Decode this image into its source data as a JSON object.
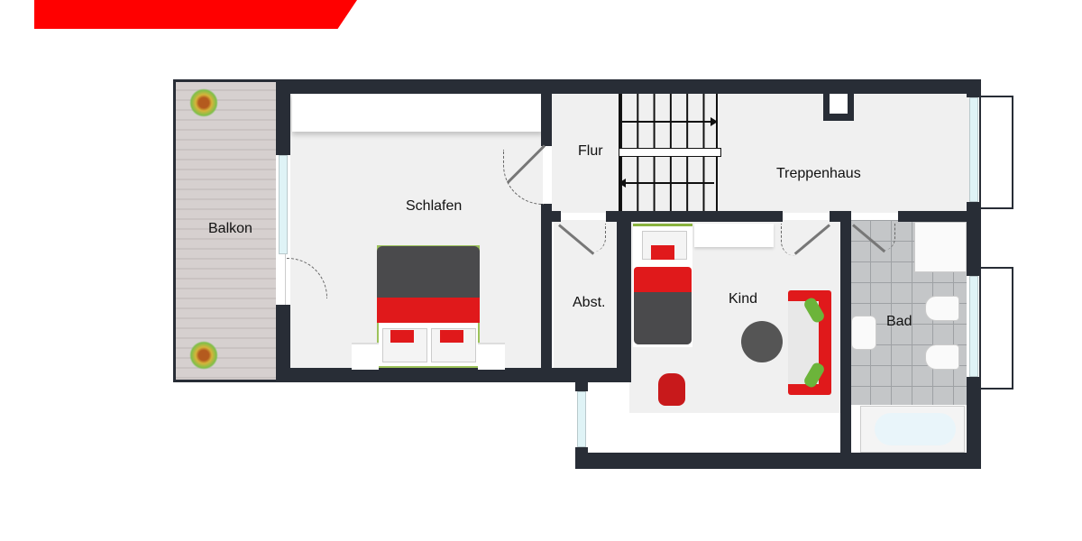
{
  "banner": {
    "color": "#ff0000",
    "text": ""
  },
  "floorplan": {
    "rooms": [
      {
        "id": "balkon",
        "label": "Balkon"
      },
      {
        "id": "schlafen",
        "label": "Schlafen"
      },
      {
        "id": "flur",
        "label": "Flur"
      },
      {
        "id": "treppenhaus",
        "label": "Treppenhaus"
      },
      {
        "id": "abst",
        "label": "Abst."
      },
      {
        "id": "kind",
        "label": "Kind"
      },
      {
        "id": "bad",
        "label": "Bad"
      }
    ],
    "colors": {
      "wall": "#282d36",
      "floor": "#f0f0f0",
      "deck": "#d6d0cf",
      "tile": "#c4c6c8",
      "bedding_red": "#e0191b",
      "bedding_dark": "#4a4a4c",
      "cushion_green": "#6cb43a",
      "window_glass": "#dff3f6"
    },
    "furniture": [
      {
        "name": "double-bed",
        "room": "schlafen"
      },
      {
        "name": "single-bed",
        "room": "kind"
      },
      {
        "name": "sofa",
        "room": "kind"
      },
      {
        "name": "round-table",
        "room": "kind"
      },
      {
        "name": "desk-chair",
        "room": "kind"
      },
      {
        "name": "shower-tray",
        "room": "bad"
      },
      {
        "name": "washbasin",
        "room": "bad"
      },
      {
        "name": "bidet",
        "room": "bad"
      },
      {
        "name": "toilet",
        "room": "bad"
      },
      {
        "name": "bathtub",
        "room": "bad"
      },
      {
        "name": "plant",
        "room": "balkon"
      },
      {
        "name": "staircase",
        "room": "flur"
      }
    ]
  }
}
